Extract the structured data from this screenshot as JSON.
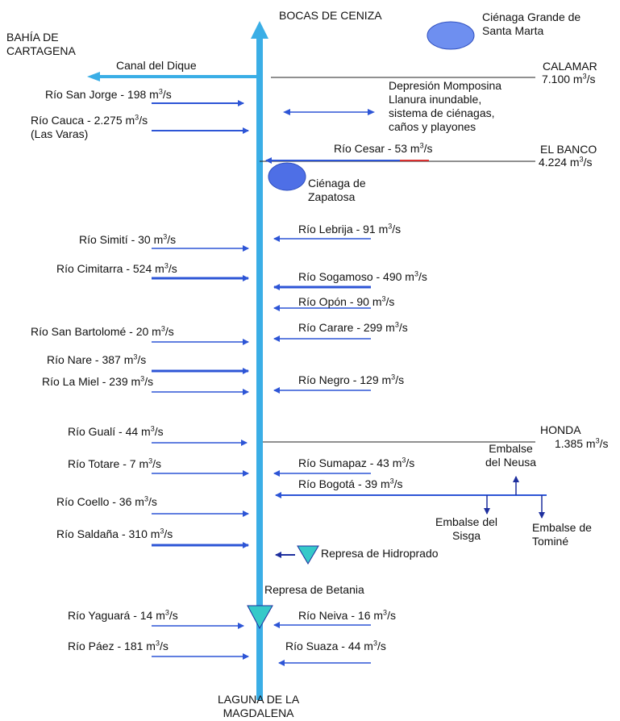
{
  "colors": {
    "main_river": "#3aaee6",
    "tributary": "#2d55d6",
    "tributary_dark": "#1e2f9e",
    "dam": "#35c9c9",
    "cienaga": "#6e8ff0",
    "line": "#222222"
  },
  "top": {
    "bocas": "BOCAS DE CENIZA"
  },
  "bottom": {
    "laguna_1": "LAGUNA DE LA",
    "laguna_2": "MAGDALENA"
  },
  "places": {
    "bahia_1": "BAHÍA DE",
    "bahia_2": "CARTAGENA",
    "canal": "Canal del Dique",
    "cienaga_grande_1": "Ciénaga Grande de",
    "cienaga_grande_2": "Santa Marta",
    "calamar": "CALAMAR",
    "calamar_flow": "7.100 m",
    "el_banco": "EL BANCO",
    "el_banco_flow": "4.224 m",
    "honda": "HONDA",
    "honda_flow": "1.385 m",
    "depresion_1": "Depresión Momposina",
    "depresion_2": "Llanura inundable,",
    "depresion_3": "sistema de ciénagas,",
    "depresion_4": "caños y playones",
    "zapatosa_1": "Ciénaga de",
    "zapatosa_2": "Zapatosa",
    "neusa_1": "Embalse",
    "neusa_2": "del Neusa",
    "sisga_1": "Embalse del",
    "sisga_2": "Sisga",
    "tomine_1": "Embalse de",
    "tomine_2": "Tominé",
    "hidroprado": "Represa de Hidroprado",
    "betania": "Represa de Betania"
  },
  "unit_sup": "3",
  "unit_tail": "/s",
  "left_rivers": [
    {
      "name": "Río San Jorge - 198 m"
    },
    {
      "name": "Río Cauca - 2.275 m",
      "sub": "(Las Varas)"
    },
    {
      "name": "Río Simití - 30 m"
    },
    {
      "name": "Río Cimitarra - 524 m"
    },
    {
      "name": "Río San Bartolomé - 20 m"
    },
    {
      "name": "Río Nare - 387 m"
    },
    {
      "name": "Río La Miel - 239 m"
    },
    {
      "name": "Río Gualí - 44 m"
    },
    {
      "name": "Río Totare - 7 m"
    },
    {
      "name": "Río Coello - 36 m"
    },
    {
      "name": "Río Saldaña - 310 m"
    },
    {
      "name": "Río Yaguará - 14 m"
    },
    {
      "name": "Río Páez - 181 m"
    }
  ],
  "right_rivers": [
    {
      "name": "Río Cesar - 53 m"
    },
    {
      "name": "Río Lebrija - 91 m"
    },
    {
      "name": "Río Sogamoso - 490 m"
    },
    {
      "name": "Río Opón - 90 m"
    },
    {
      "name": "Río Carare - 299 m"
    },
    {
      "name": "Río Negro - 129 m"
    },
    {
      "name": "Río Sumapaz - 43 m"
    },
    {
      "name": "Río Bogotá - 39 m"
    },
    {
      "name": "Río Neiva - 16 m"
    },
    {
      "name": "Río Suaza - 44 m"
    }
  ]
}
